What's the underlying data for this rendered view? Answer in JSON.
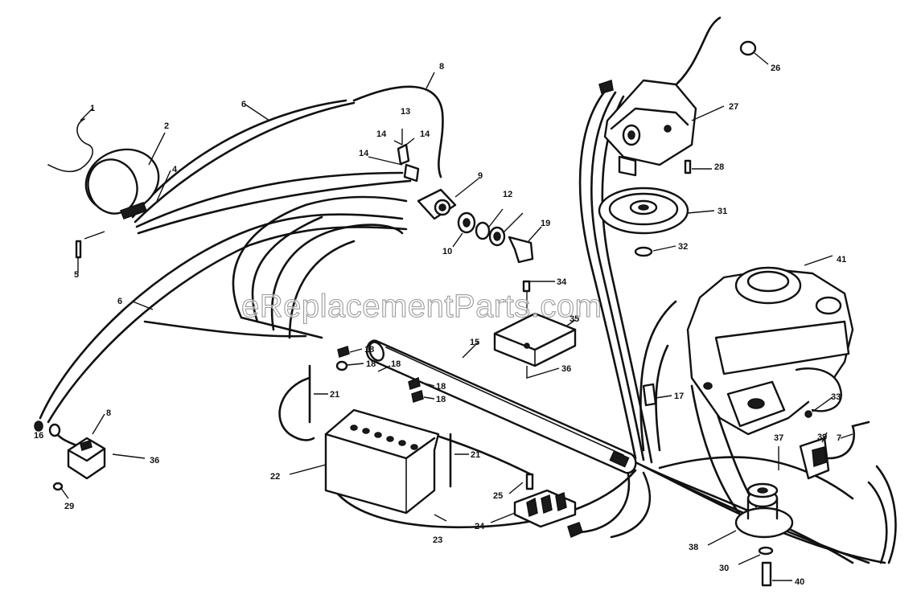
{
  "watermark": "eReplacementParts.com",
  "callouts": {
    "c1": "1",
    "c2": "2",
    "c4": "4",
    "c5": "5",
    "c6": "6",
    "c6b": "6",
    "c7": "7",
    "c8": "8",
    "c8b": "8",
    "c9": "9",
    "c10": "10",
    "c12": "12",
    "c13": "13",
    "c14": "14",
    "c14b": "14",
    "c14c": "14",
    "c15": "15",
    "c16": "16",
    "c17": "17",
    "c18a": "18",
    "c18b": "18",
    "c18c": "18",
    "c18d": "18",
    "c18e": "18",
    "c19": "19",
    "c21a": "21",
    "c21b": "21",
    "c22": "22",
    "c23": "23",
    "c24": "24",
    "c25": "25",
    "c26": "26",
    "c27": "27",
    "c28": "28",
    "c29": "29",
    "c30": "30",
    "c31": "31",
    "c32": "32",
    "c33": "33",
    "c34": "34",
    "c35": "35",
    "c36": "36",
    "c36b": "36",
    "c37": "37",
    "c38": "38",
    "c39": "39",
    "c40": "40",
    "c41": "41"
  }
}
